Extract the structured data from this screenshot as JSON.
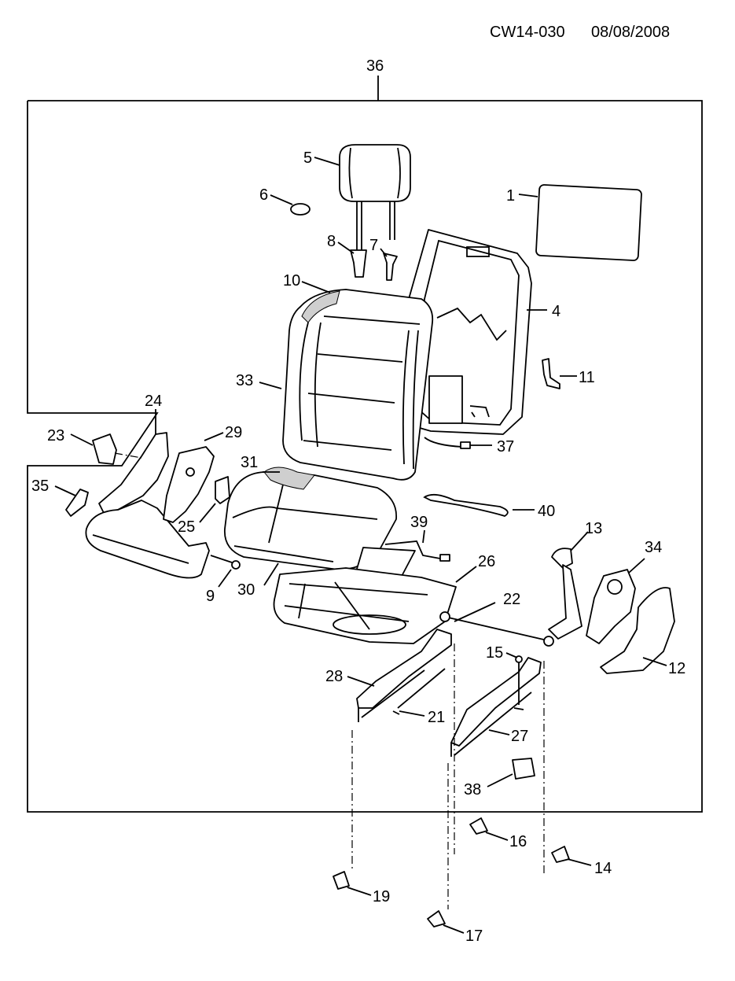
{
  "header": {
    "doc_ref": "CW14-030",
    "date": "08/08/2008"
  },
  "callouts": [
    {
      "id": "c1",
      "label": "1"
    },
    {
      "id": "c4",
      "label": "4"
    },
    {
      "id": "c5",
      "label": "5"
    },
    {
      "id": "c6",
      "label": "6"
    },
    {
      "id": "c7",
      "label": "7"
    },
    {
      "id": "c8",
      "label": "8"
    },
    {
      "id": "c9",
      "label": "9"
    },
    {
      "id": "c10",
      "label": "10"
    },
    {
      "id": "c11",
      "label": "11"
    },
    {
      "id": "c12",
      "label": "12"
    },
    {
      "id": "c13",
      "label": "13"
    },
    {
      "id": "c14",
      "label": "14"
    },
    {
      "id": "c15",
      "label": "15"
    },
    {
      "id": "c16",
      "label": "16"
    },
    {
      "id": "c17",
      "label": "17"
    },
    {
      "id": "c19",
      "label": "19"
    },
    {
      "id": "c21",
      "label": "21"
    },
    {
      "id": "c22",
      "label": "22"
    },
    {
      "id": "c23",
      "label": "23"
    },
    {
      "id": "c24",
      "label": "24"
    },
    {
      "id": "c25",
      "label": "25"
    },
    {
      "id": "c26",
      "label": "26"
    },
    {
      "id": "c27",
      "label": "27"
    },
    {
      "id": "c28",
      "label": "28"
    },
    {
      "id": "c29",
      "label": "29"
    },
    {
      "id": "c30",
      "label": "30"
    },
    {
      "id": "c31",
      "label": "31"
    },
    {
      "id": "c33",
      "label": "33"
    },
    {
      "id": "c34",
      "label": "34"
    },
    {
      "id": "c35",
      "label": "35"
    },
    {
      "id": "c36",
      "label": "36"
    },
    {
      "id": "c37",
      "label": "37"
    },
    {
      "id": "c38",
      "label": "38"
    },
    {
      "id": "c39",
      "label": "39"
    },
    {
      "id": "c40",
      "label": "40"
    }
  ]
}
